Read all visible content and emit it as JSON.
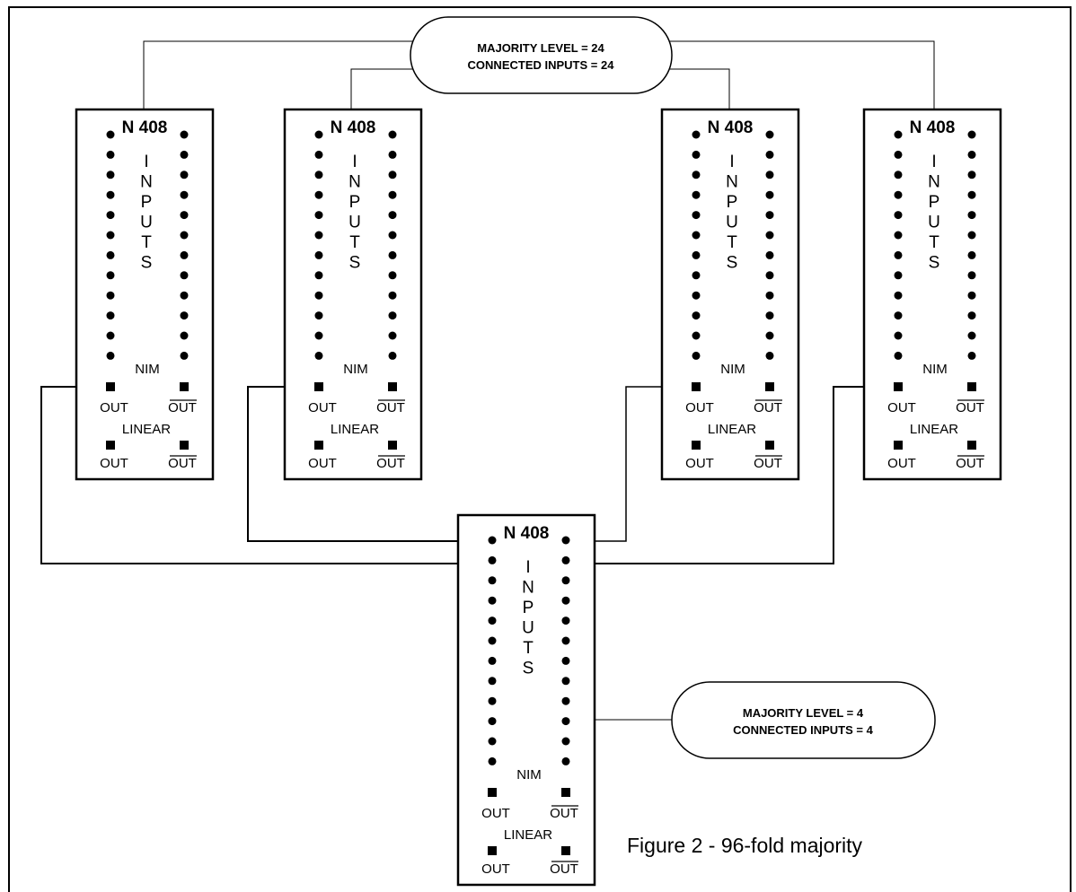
{
  "colors": {
    "ink": "#000000",
    "background": "#ffffff"
  },
  "top_bubble": {
    "line1": "MAJORITY LEVEL = 24",
    "line2": "CONNECTED INPUTS = 24"
  },
  "bottom_bubble": {
    "line1": "MAJORITY LEVEL = 4",
    "line2": "CONNECTED INPUTS = 4"
  },
  "modules": [
    {
      "title": "N 408",
      "inputs_letters": [
        "I",
        "N",
        "P",
        "U",
        "T",
        "S"
      ],
      "nim_label": "NIM",
      "linear_label": "LINEAR",
      "out_label": "OUT",
      "outbar_label": "OUT"
    },
    {
      "title": "N 408",
      "inputs_letters": [
        "I",
        "N",
        "P",
        "U",
        "T",
        "S"
      ],
      "nim_label": "NIM",
      "linear_label": "LINEAR",
      "out_label": "OUT",
      "outbar_label": "OUT"
    },
    {
      "title": "N 408",
      "inputs_letters": [
        "I",
        "N",
        "P",
        "U",
        "T",
        "S"
      ],
      "nim_label": "NIM",
      "linear_label": "LINEAR",
      "out_label": "OUT",
      "outbar_label": "OUT"
    },
    {
      "title": "N 408",
      "inputs_letters": [
        "I",
        "N",
        "P",
        "U",
        "T",
        "S"
      ],
      "nim_label": "NIM",
      "linear_label": "LINEAR",
      "out_label": "OUT",
      "outbar_label": "OUT"
    },
    {
      "title": "N 408",
      "inputs_letters": [
        "I",
        "N",
        "P",
        "U",
        "T",
        "S"
      ],
      "nim_label": "NIM",
      "linear_label": "LINEAR",
      "out_label": "OUT",
      "outbar_label": "OUT"
    }
  ],
  "caption": "Figure 2 - 96-fold majority"
}
